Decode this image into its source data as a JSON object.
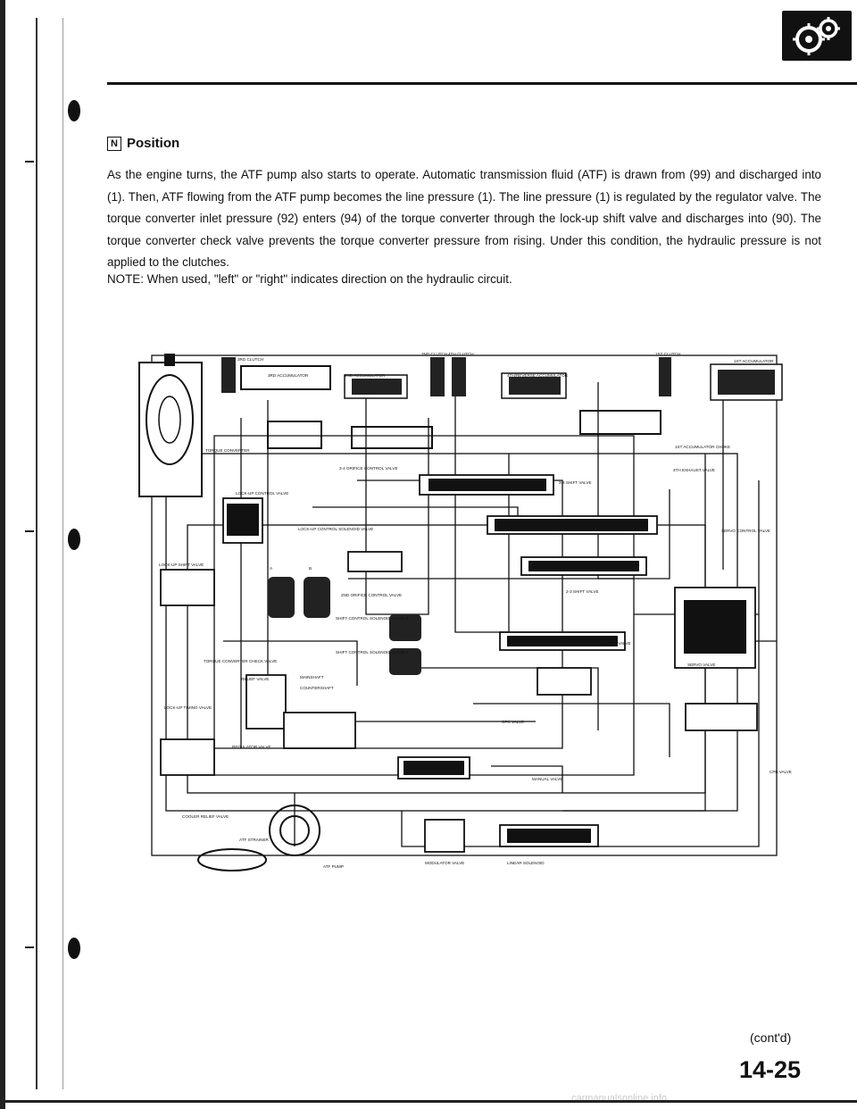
{
  "section": {
    "position_letter": "N",
    "title": "Position"
  },
  "paragraph": "As the engine turns, the ATF pump also starts to operate. Automatic transmission fluid (ATF) is drawn from (99) and discharged into (1). Then, ATF flowing from the ATF pump becomes the line pressure (1). The line pressure (1) is regulated by the regulator valve. The torque converter inlet pressure (92) enters (94) of the torque converter through the lock-up shift valve and discharges into (90). The torque converter check valve prevents the torque converter pressure from rising. Under this condition, the hydraulic pressure is not applied to the clutches.",
  "note": "NOTE: When used, \"left\" or \"right\" indicates direction on the hydraulic circuit.",
  "diagram_labels": {
    "third_clutch": "3RD CLUTCH",
    "third_accumulator": "3RD ACCUMULATOR",
    "second_accumulator": "2ND ACCUMULATOR",
    "second_clutch": "2ND CLUTCH",
    "fourth_clutch": "4TH CLUTCH",
    "fourth_reverse_accumulator": "4TH/REVERSE ACCUMULATOR",
    "first_clutch": "1ST CLUTCH",
    "first_accumulator": "1ST ACCUMULATOR",
    "torque_converter": "TORQUE CONVERTER",
    "orifice_control_valve_34": "3-4 ORIFICE CONTROL VALVE",
    "shift_valve_34": "3-4 SHIFT VALVE",
    "first_accumulator_choke": "1ST ACCUMULATOR CHOKE",
    "fourth_exhaust_valve": "4TH EXHAUST VALVE",
    "lockup_control_valve": "LOCK-UP CONTROL VALVE",
    "lockup_control_solenoid": "LOCK-UP CONTROL SOLENOID VALVE",
    "servo_control_valve": "SERVO CONTROL VALVE",
    "lockup_shift_valve": "LOCK-UP SHIFT VALVE",
    "shift_valve_23": "2-3 SHIFT VALVE",
    "orifice_control_valve_2nd": "2ND ORIFICE CONTROL VALVE",
    "shift_solenoid_b": "SHIFT CONTROL SOLENOID VALVE B",
    "shift_solenoid_a": "SHIFT CONTROL SOLENOID VALVE A",
    "shift_valve_12": "1-2 SHIFT VALVE",
    "servo_valve": "SERVO VALVE",
    "tc_check_valve": "TORQUE CONVERTER CHECK VALVE",
    "mainshaft": "MAINSHAFT",
    "countershaft": "COUNTERSHAFT",
    "relief_valve": "RELIEF VALVE",
    "cpc_valve": "CPC VALVE",
    "lockup_timing_valve": "LOCK-UP TIMING VALVE",
    "regulator_valve": "REGULATOR VALVE",
    "cpb_valve": "CPB VALVE",
    "manual_valve": "MANUAL VALVE",
    "cooler_relief_valve": "COOLER RELIEF VALVE",
    "atf_strainer": "ATF STRAINER",
    "atf_pump": "ATF PUMP",
    "modulator_valve": "MODULATOR VALVE",
    "linear_solenoid": "LINEAR SOLENOID",
    "marker_a": "A",
    "marker_b": "B"
  },
  "continued": "(cont'd)",
  "page_number": "14-25",
  "watermark": "carmanualsonline.info"
}
